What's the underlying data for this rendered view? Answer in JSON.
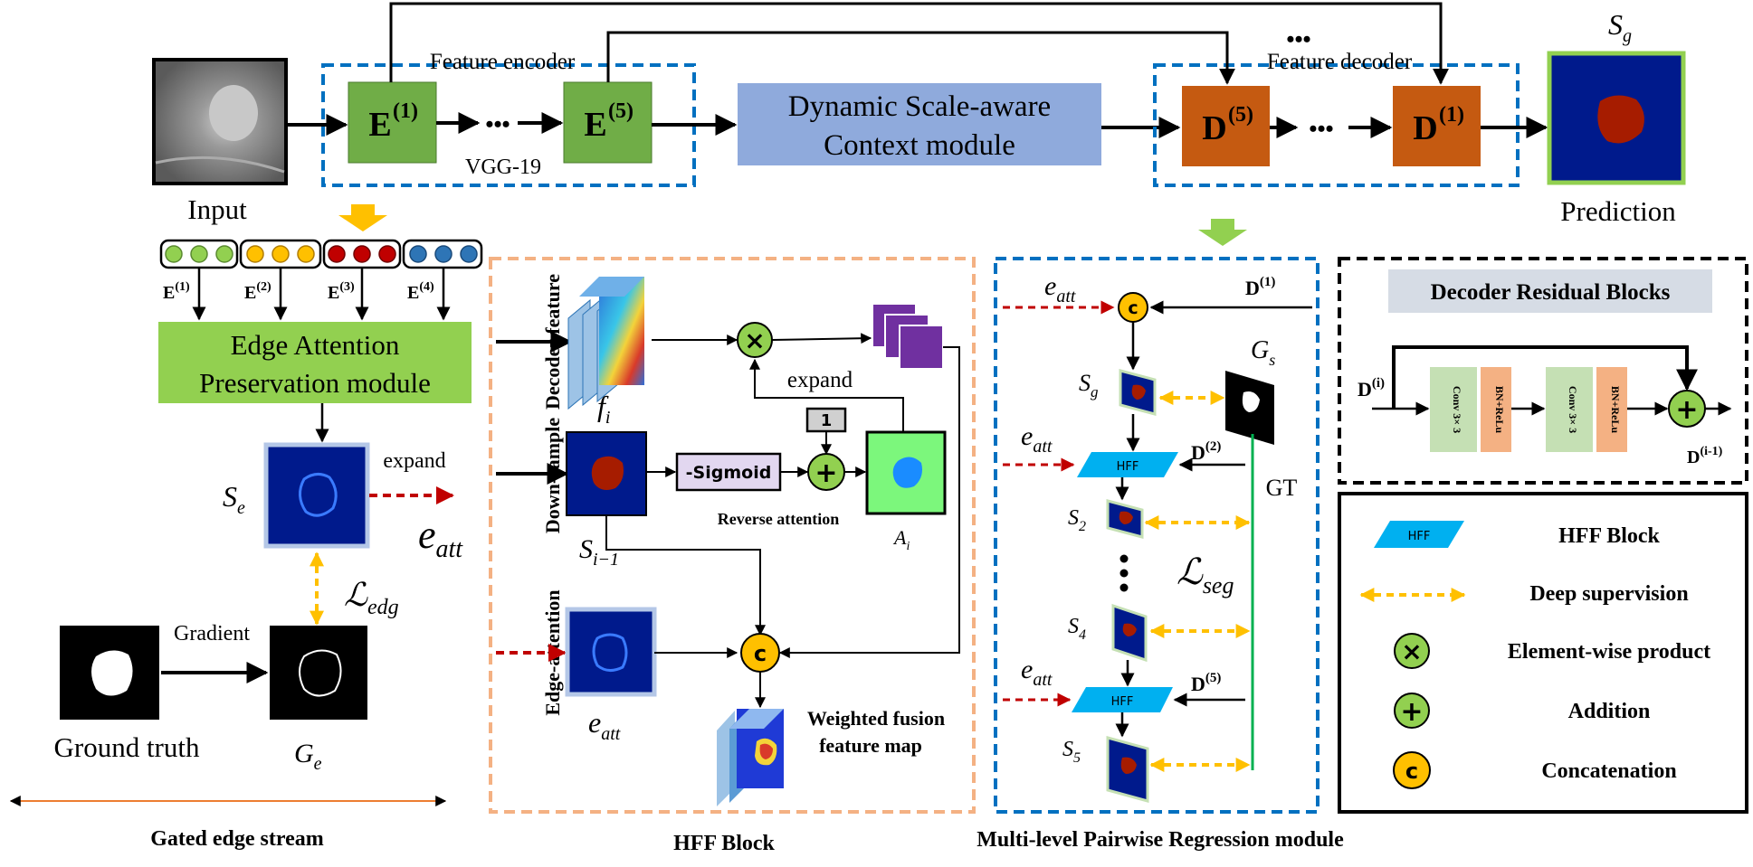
{
  "top": {
    "input_label": "Input",
    "feature_encoder": "Feature encoder",
    "vgg": "VGG-19",
    "enc_first": "E",
    "enc_first_sup": "(1)",
    "enc_last": "E",
    "enc_last_sup": "(5)",
    "dots": "•••",
    "dsc_line1": "Dynamic Scale-aware",
    "dsc_line2": "Context module",
    "feature_decoder": "Feature decoder",
    "dec_first": "D",
    "dec_first_sup": "(5)",
    "dec_last": "D",
    "dec_last_sup": "(1)",
    "sg": "S",
    "sg_sub": "g",
    "prediction": "Prediction"
  },
  "edge_stream": {
    "e_labels": [
      {
        "base": "E",
        "sup": "(1)"
      },
      {
        "base": "E",
        "sup": "(2)"
      },
      {
        "base": "E",
        "sup": "(3)"
      },
      {
        "base": "E",
        "sup": "(4)"
      }
    ],
    "module_line1": "Edge Attention",
    "module_line2": "Preservation module",
    "se": "S",
    "se_sub": "e",
    "expand": "expand",
    "eatt": "e",
    "eatt_sub": "att",
    "ledg": "ℒ",
    "ledg_sub": "edg",
    "gradient": "Gradient",
    "ground_truth": "Ground truth",
    "ge": "G",
    "ge_sub": "e",
    "caption": "Gated edge stream"
  },
  "hff": {
    "decoder_feature": "Decoder feature",
    "fi": "f",
    "fi_sub": "i",
    "expand": "expand",
    "one": "1",
    "down_sample": "Down-sample",
    "sigmoid": "-Sigmoid",
    "reverse_attention": "Reverse attention",
    "si1": "S",
    "si1_sub": "i−1",
    "ai": "A",
    "ai_sub": "i",
    "edge_attention": "Edge-attention",
    "eatt": "e",
    "eatt_sub": "att",
    "concat": "c",
    "fusion_line1": "Weighted  fusion",
    "fusion_line2": "feature  map",
    "caption": "HFF Block"
  },
  "mpr": {
    "eatt": "e",
    "eatt_sub": "att",
    "d1": "D",
    "d1_sup": "(1)",
    "d2": "D",
    "d2_sup": "(2)",
    "d5": "D",
    "d5_sup": "(5)",
    "gs": "G",
    "gs_sub": "s",
    "sg": "S",
    "sg_sub": "g",
    "s2": "S",
    "s2_sub": "2",
    "s4": "S",
    "s4_sub": "4",
    "s5": "S",
    "s5_sub": "5",
    "hff": "HFF",
    "gt": "GT",
    "lseg": "ℒ",
    "lseg_sub": "seg",
    "concat": "c",
    "caption": "Multi-level  Pairwise Regression module"
  },
  "residual": {
    "title": "Decoder  Residual  Blocks",
    "di": "D",
    "di_sup": "(i)",
    "di1": "D",
    "di1_sup": "(i-1)",
    "conv": "Conv 3× 3",
    "bn": "BN+ReLu"
  },
  "legend": {
    "items": [
      {
        "icon": "hff-block-icon",
        "glyph": "HFF",
        "label": "HFF Block"
      },
      {
        "icon": "deep-supervision-icon",
        "glyph": "",
        "label": "Deep supervision"
      },
      {
        "icon": "element-wise-product-icon",
        "glyph": "×",
        "label": "Element-wise product"
      },
      {
        "icon": "addition-icon",
        "glyph": "+",
        "label": "Addition"
      },
      {
        "icon": "concatenation-icon",
        "glyph": "c",
        "label": "Concatenation"
      }
    ]
  },
  "colors": {
    "encoder_green": "#70ad47",
    "decoder_orange": "#c55a11",
    "dsc_blue": "#8faadc",
    "edge_module_green": "#92d050",
    "dashed_blue": "#0070c0",
    "hff_border": "#f4b183",
    "hff_cyan": "#00b0f0",
    "deep_sup_yellow": "#ffc000",
    "gt_line_green": "#00b050",
    "red_arrow": "#c00000",
    "circle_green": "#92d050",
    "conv_green": "#c5e0b4",
    "bn_orange": "#f4b183",
    "map_navy": "#001a8c",
    "purple": "#7030a0"
  }
}
